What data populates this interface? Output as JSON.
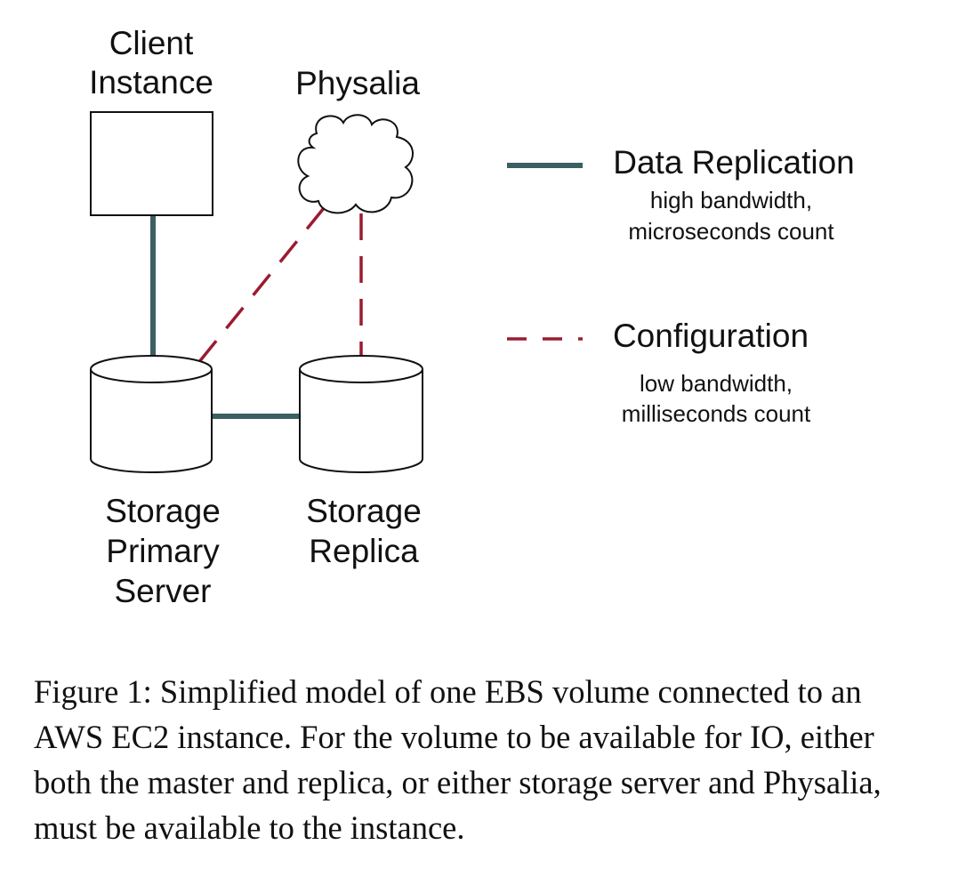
{
  "diagram": {
    "client_label": [
      "Client",
      "Instance"
    ],
    "physalia_label": "Physalia",
    "primary_label": [
      "Storage",
      "Primary",
      "Server"
    ],
    "replica_label": [
      "Storage",
      "Replica"
    ],
    "legend": {
      "data_replication": {
        "title": "Data Replication",
        "desc": [
          "high bandwidth,",
          "microseconds count"
        ]
      },
      "configuration": {
        "title": "Configuration",
        "desc": [
          "low bandwidth,",
          "milliseconds count"
        ]
      }
    },
    "colors": {
      "data_line": "#3c5f62",
      "config_line": "#9b1b30",
      "outline": "#111111"
    }
  },
  "caption": "Figure 1: Simplified model of one EBS volume connected to an AWS EC2 instance. For the volume to be available for IO, either both the master and replica, or either storage server and Physalia, must be available to the instance."
}
